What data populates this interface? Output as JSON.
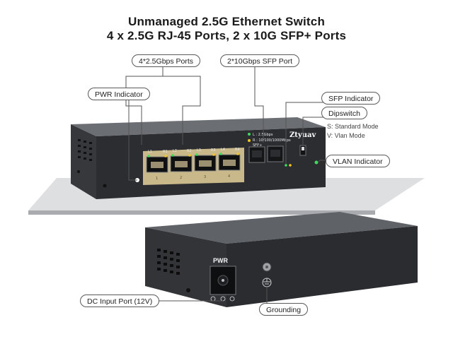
{
  "headline": {
    "line1": "Unmanaged 2.5G Ethernet Switch",
    "line2": "4 x 2.5G RJ-45 Ports, 2 x 10G SFP+ Ports"
  },
  "callouts": {
    "rj45_ports": "4*2.5Gbps Ports",
    "sfp_port": "2*10Gbps SFP Port",
    "pwr_indicator": "PWR Indicator",
    "sfp_indicator": "SFP Indicator",
    "dipswitch": "Dipswitch",
    "vlan_indicator": "VLAN Indicator",
    "dc_input": "DC Input Port (12V)",
    "grounding": "Grounding"
  },
  "dipswitch_modes": {
    "standard": "S: Standard Mode",
    "vlan": "V: Vlan Mode"
  },
  "device": {
    "brand": "Ztyuav",
    "port_labels": [
      "L1",
      "R1",
      "L2",
      "R2",
      "L3",
      "R3",
      "L4",
      "R4"
    ],
    "port_numbers": [
      "1",
      "2",
      "3",
      "4"
    ],
    "led_legend": [
      "L : 2.5Gbps",
      "R : 10/100/1000Mbps"
    ],
    "sfp_label": "SFP+",
    "rear_pwr": "PWR"
  },
  "colors": {
    "chassis_top": "#5b5e63",
    "chassis_front": "#2c2e32",
    "port_panel": "#c9b98a",
    "led_green": "#3ddc5c",
    "led_yellow": "#f3c623"
  }
}
